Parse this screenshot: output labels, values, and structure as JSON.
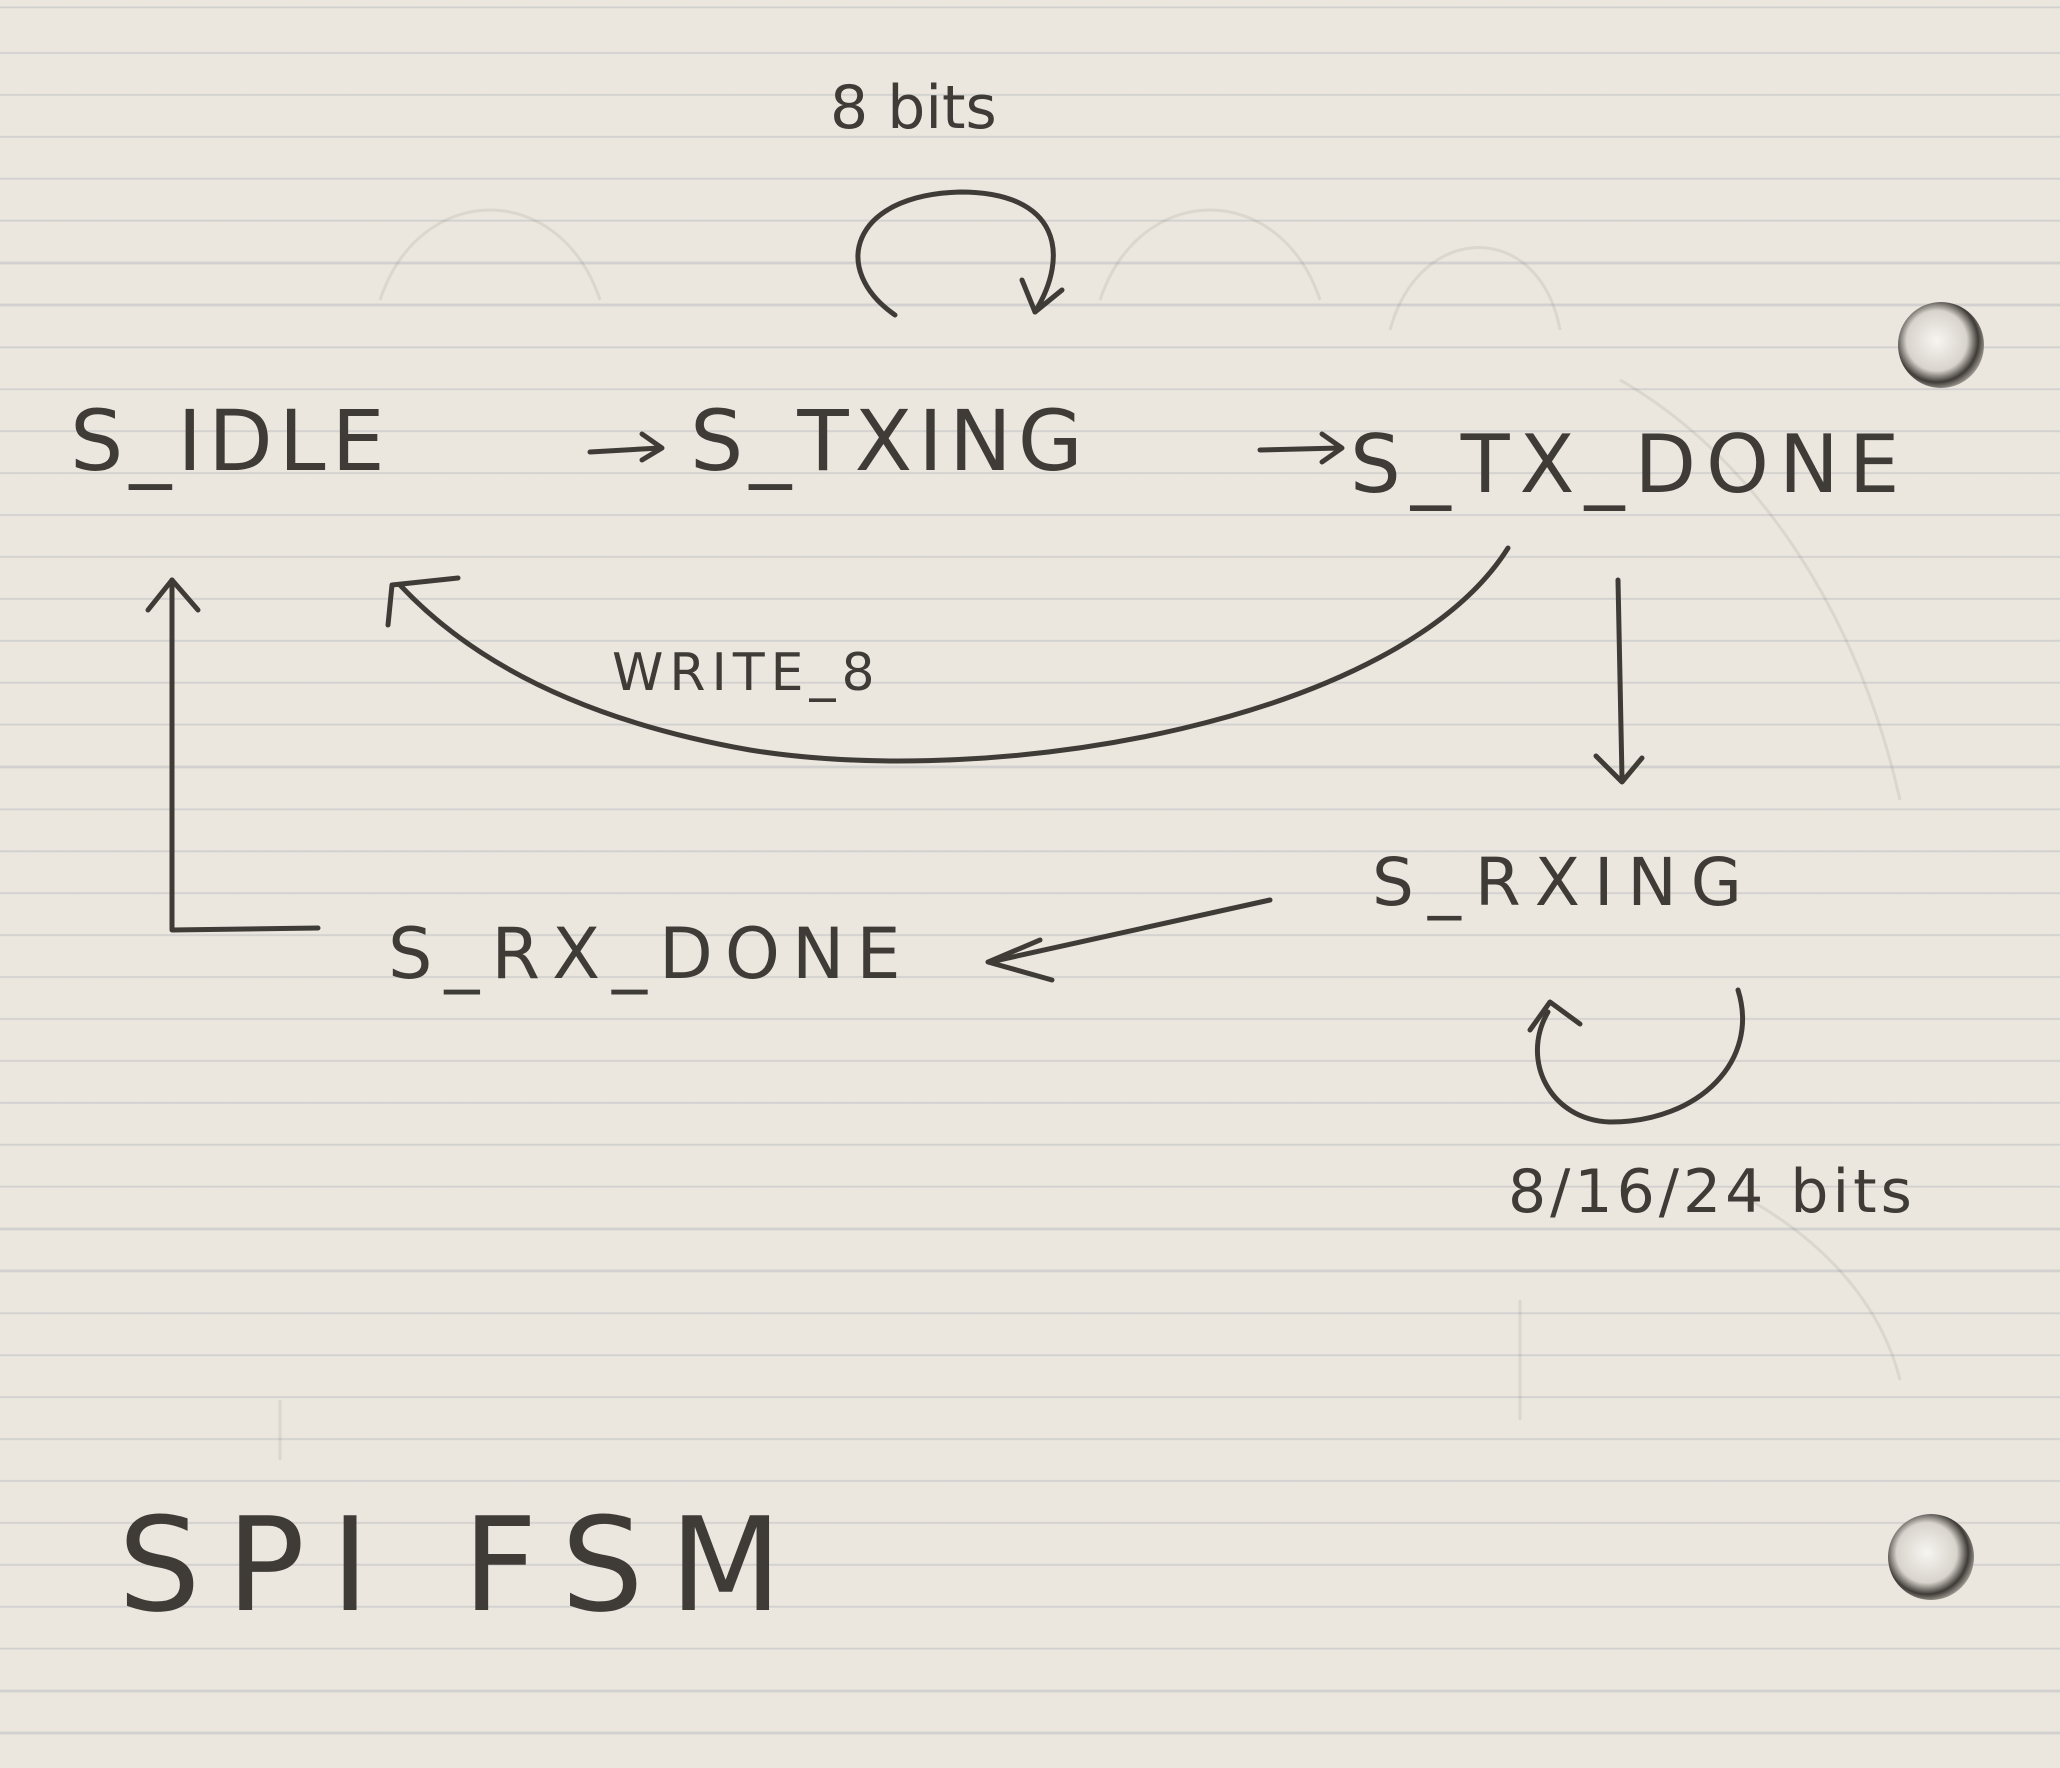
{
  "diagram": {
    "states": {
      "idle": "S_IDLE",
      "txing": "S_TXING",
      "tx_done": "S_TX_DONE",
      "rxing": "S_RXING",
      "rx_done": "S_RX_DONE"
    },
    "labels": {
      "tx_loop": "8 bits",
      "write_path": "WRITE_8",
      "rx_loop": "8/16/24 bits"
    },
    "title": "SPI FSM"
  },
  "colors": {
    "ink": "#3f3c37",
    "paper": "#ebe7df",
    "rule_line": "#7a8296"
  }
}
